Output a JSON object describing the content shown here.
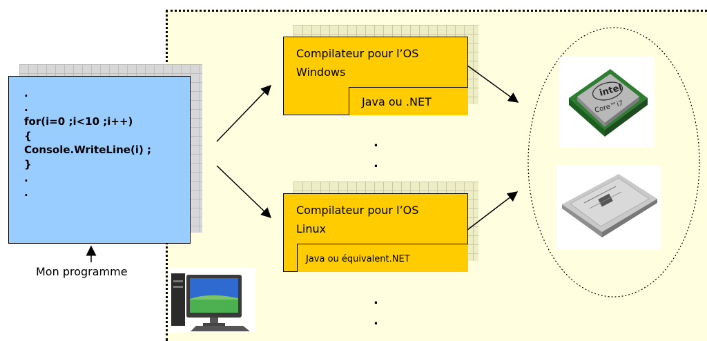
{
  "program": {
    "code_lines": [
      ".",
      ".",
      "for(i=0 ;i<10 ;i++)",
      "{",
      "Console.WriteLine(i) ;",
      "}",
      ".",
      "."
    ],
    "caption": "Mon programme"
  },
  "compilers": [
    {
      "title_line1": "Compilateur pour  l’OS",
      "title_line2": "Windows",
      "runtime": "Java ou .NET"
    },
    {
      "title_line1": "Compilateur pour  l’OS",
      "title_line2": "Linux",
      "runtime": "Java ou équivalent.NET"
    }
  ],
  "ellipsis": {
    "dot": "."
  },
  "processors": [
    {
      "name": "intel-core-i7-chip",
      "brand_text": "intel",
      "model_text": "Core™i7"
    },
    {
      "name": "amd-chip"
    }
  ],
  "icons": [
    "desktop-computer-icon",
    "cpu-chip-icon"
  ],
  "colors": {
    "code_box": "#99ccff",
    "compiler_box": "#ffcc00",
    "platform_region": "#ffffe0"
  }
}
